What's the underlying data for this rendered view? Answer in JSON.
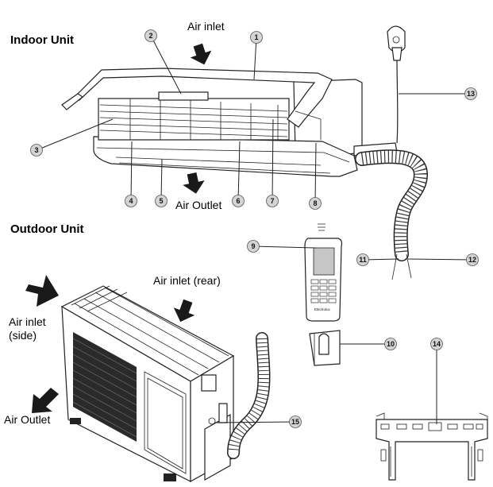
{
  "headings": {
    "indoor": "Indoor Unit",
    "outdoor": "Outdoor Unit"
  },
  "air_labels": {
    "indoor_inlet": "Air inlet",
    "indoor_outlet": "Air Outlet",
    "outdoor_inlet_rear": "Air inlet (rear)",
    "outdoor_inlet_side_1": "Air inlet",
    "outdoor_inlet_side_2": "(side)",
    "outdoor_outlet": "Air Outlet"
  },
  "callouts": [
    "1",
    "2",
    "3",
    "4",
    "5",
    "6",
    "7",
    "8",
    "9",
    "10",
    "11",
    "12",
    "13",
    "14",
    "15"
  ],
  "remote_brand": "Electrolux",
  "colors": {
    "badge_fill": "#d4d4d4",
    "line": "#222222"
  }
}
